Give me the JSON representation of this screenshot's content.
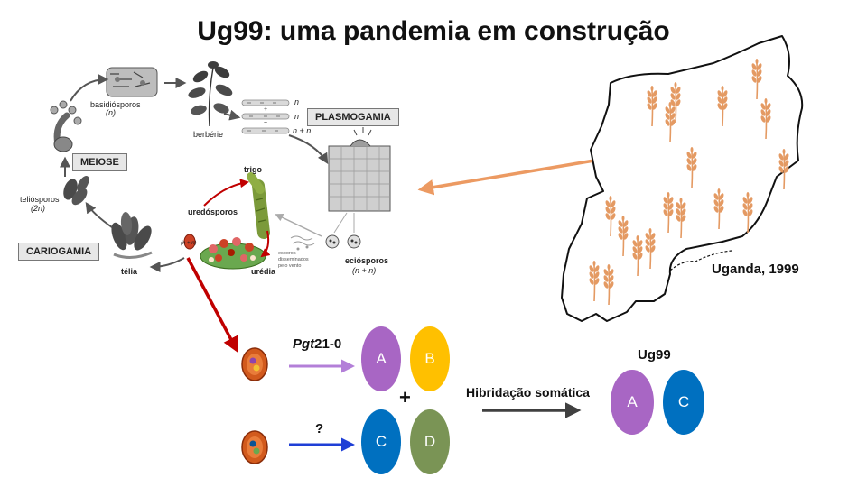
{
  "title": "Ug99: uma pandemia em construção",
  "life_cycle": {
    "basidiosporos": "basidiósporos",
    "basidiosporos_ploidy": "(n)",
    "berberie": "berbérie",
    "n1": "n",
    "n2": "n",
    "nn": "n + n",
    "plasmogamia": "PLASMOGAMIA",
    "meiose": "MEIOSE",
    "teliosporos": "teliósporos",
    "teliosporos_ploidy": "(2n)",
    "cariogamia": "CARIOGAMIA",
    "trigo": "trigo",
    "uredosporos": "uredósporos",
    "uredosporos_ploidy": "(n + n)",
    "telia": "télia",
    "uredia": "urédia",
    "wind_note": "esporos disseminados pelo vento",
    "eciosporos": "eciósporos",
    "eciosporos_ploidy": "(n + n)"
  },
  "map": {
    "caption": "Uganda, 1999"
  },
  "hybrid": {
    "pgt_label_italic": "Pgt",
    "pgt_label_rest": "21-0",
    "unknown_label": "?",
    "plus": "+",
    "process_label": "Hibridação somática",
    "result_label": "Ug99",
    "nuclei": [
      {
        "letter": "A",
        "color": "#a866c4"
      },
      {
        "letter": "B",
        "color": "#ffc000"
      },
      {
        "letter": "C",
        "color": "#0070c0"
      },
      {
        "letter": "D",
        "color": "#7a9455"
      }
    ],
    "result_nuclei": [
      {
        "letter": "A",
        "color": "#a866c4"
      },
      {
        "letter": "C",
        "color": "#0070c0"
      }
    ]
  },
  "colors": {
    "purple_arrow": "#b37fd8",
    "blue_arrow": "#1f3fd6",
    "red_arrow": "#c00000",
    "orange_arrow": "#ec9a62",
    "grey_arrow": "#555555",
    "wheat": "#e49a63"
  }
}
